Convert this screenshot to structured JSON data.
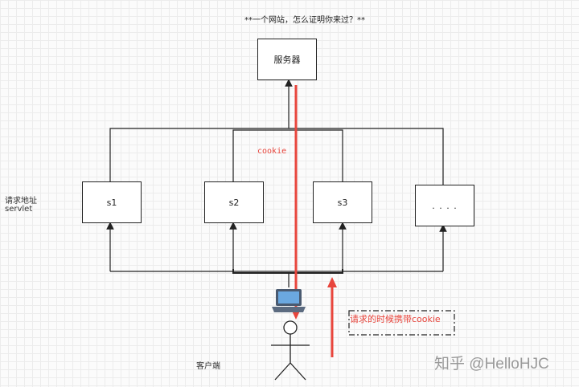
{
  "title": "**一个网站，怎么证明你来过？**",
  "nodes": {
    "server": "服务器",
    "s1": "s1",
    "s2": "s2",
    "s3": "s3",
    "more": ". . . ."
  },
  "labels": {
    "request_address": "请求地址",
    "servlet": "servlet",
    "client": "客户端",
    "cookie": "cookie",
    "carry_cookie": "请求的时候携带cookie"
  },
  "watermark": "知乎 @HelloHJC",
  "colors": {
    "line": "#222222",
    "arrow_red": "#e8453c",
    "cookie_text": "#e8453c"
  },
  "icons": [
    "laptop-icon",
    "stick-figure-icon"
  ]
}
